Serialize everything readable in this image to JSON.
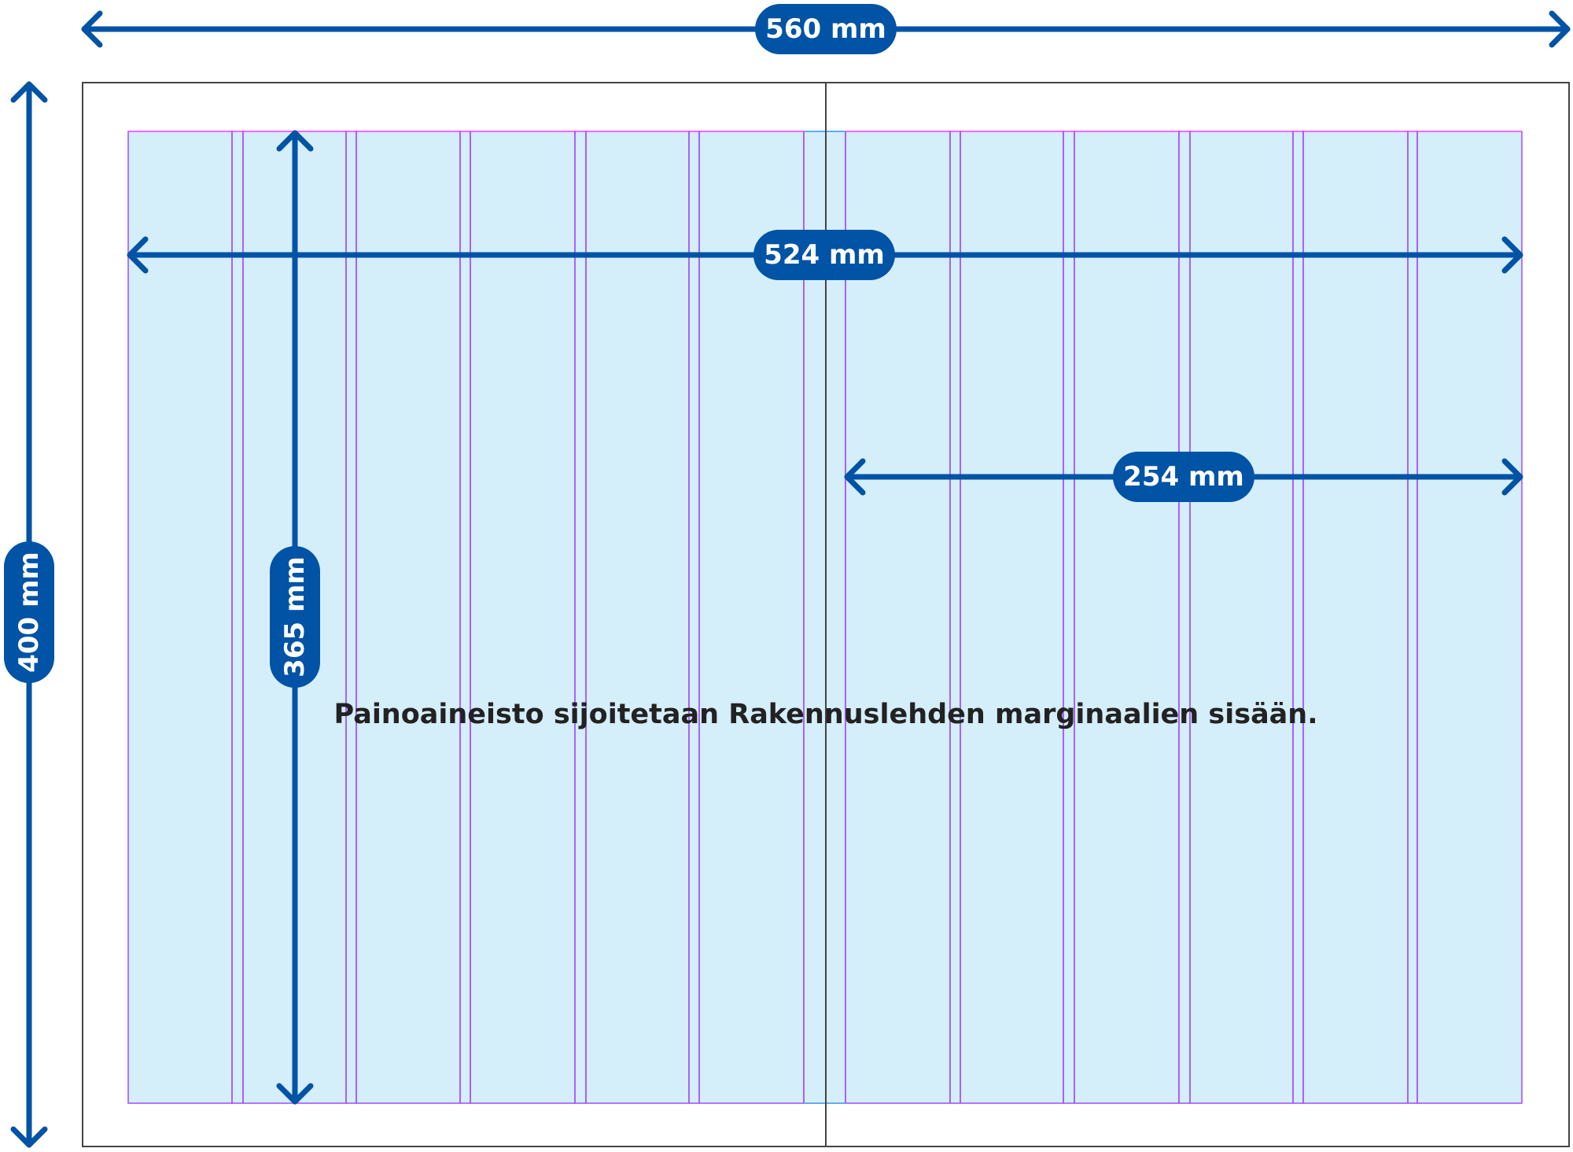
{
  "dimensions": {
    "spread_width": "560 mm",
    "spread_height": "400 mm",
    "print_area_width": "524 mm",
    "print_area_height": "365 mm",
    "page_print_width": "254 mm"
  },
  "caption": "Painoaineisto sijoitetaan Rakennuslehden marginaalien sisään.",
  "colors": {
    "arrow": "#0053a5",
    "print_area": "#d4eefa",
    "guides": "#9933ff",
    "margin_top": "#ff55ff",
    "page_border": "#444444"
  }
}
